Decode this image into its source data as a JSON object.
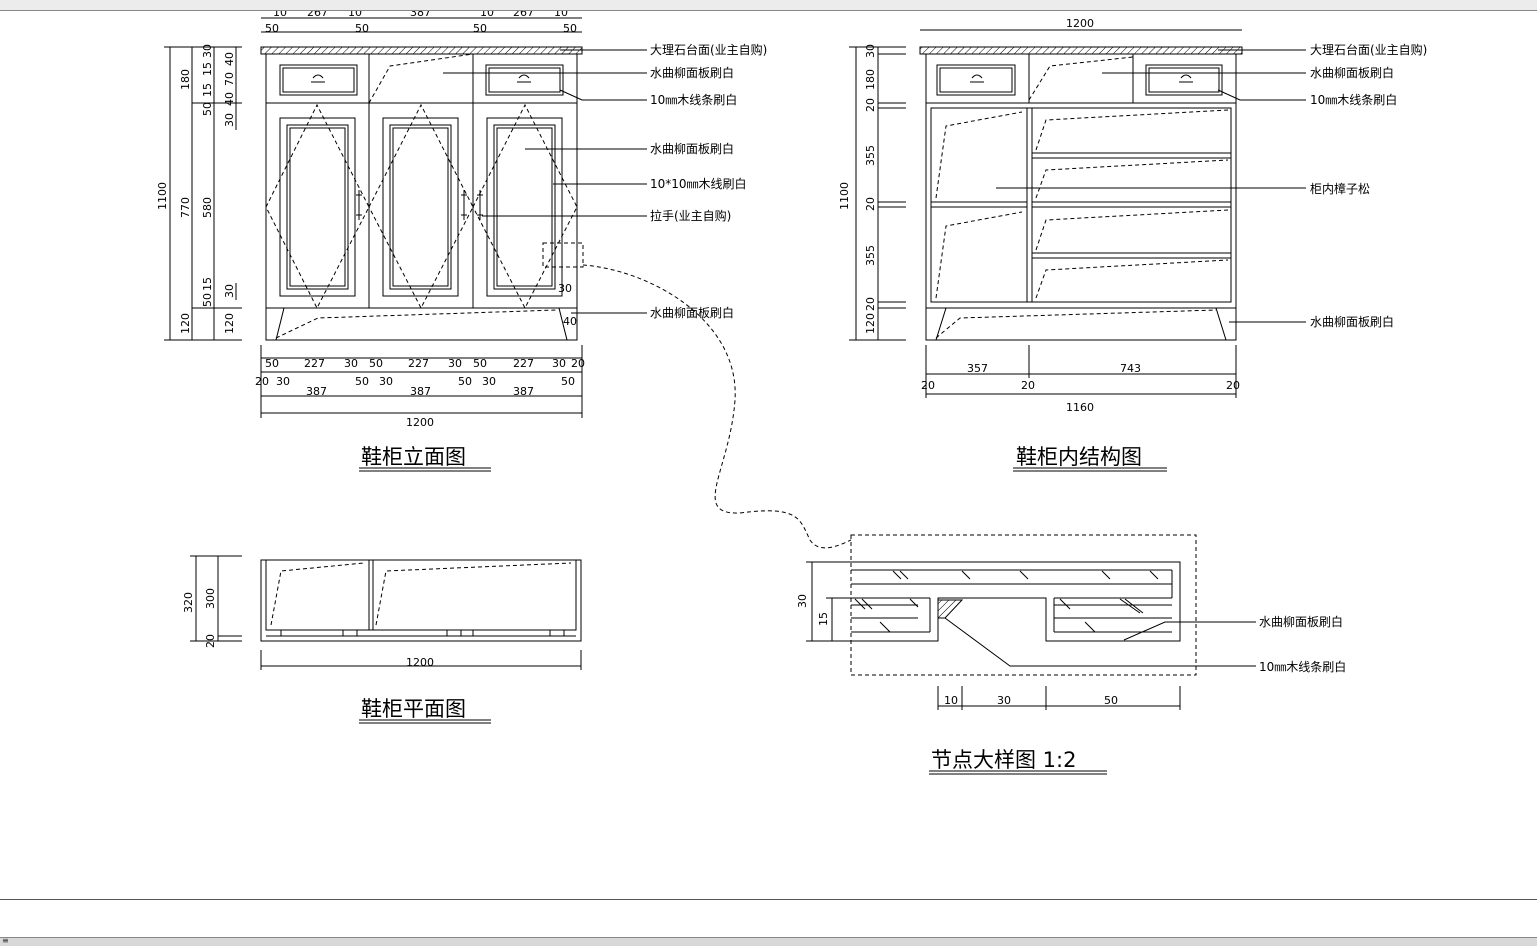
{
  "window": {
    "corner_glyph": "≡"
  },
  "elevation": {
    "title": "鞋柜立面图",
    "labels": [
      "大理石台面(业主自购)",
      "水曲柳面板刷白",
      "10㎜木线条刷白",
      "水曲柳面板刷白",
      "10*10㎜木线刷白",
      "拉手(业主自购)",
      "水曲柳面板刷白"
    ],
    "dims_top": [
      "10",
      "267",
      "10",
      "387",
      "10",
      "267",
      "10"
    ],
    "dims_top2": [
      "50",
      "50",
      "50",
      "50"
    ],
    "dims_left_total": "1100",
    "dims_left_a": [
      "180",
      "770",
      "120"
    ],
    "dims_left_b": [
      "30",
      "15",
      "15",
      "50",
      "580",
      "50",
      "15",
      "120"
    ],
    "dims_left_c": [
      "40",
      "70",
      "40",
      "30",
      "30"
    ],
    "dims_detail": [
      "30",
      "40"
    ],
    "dims_bot1": [
      "50",
      "227",
      "30",
      "50",
      "227",
      "30",
      "50",
      "227",
      "30",
      "20"
    ],
    "dims_bot2": [
      "20",
      "30",
      "50",
      "30",
      "50",
      "30",
      "50"
    ],
    "dims_bot3": [
      "387",
      "387",
      "387"
    ],
    "dims_bot_total": "1200"
  },
  "interior": {
    "title": "鞋柜内结构图",
    "labels": [
      "大理石台面(业主自购)",
      "水曲柳面板刷白",
      "10㎜木线条刷白",
      "柜内樟子松",
      "水曲柳面板刷白"
    ],
    "dims_top": "1200",
    "dims_left_total": "1100",
    "dims_left": [
      "30",
      "180",
      "20",
      "355",
      "20",
      "355",
      "20",
      "120"
    ],
    "dims_bot1": [
      "357",
      "743"
    ],
    "dims_bot2": [
      "20",
      "20",
      "20"
    ],
    "dims_bot_total": "1160"
  },
  "plan": {
    "title": "鞋柜平面图",
    "dims_left": [
      "320",
      "300",
      "20"
    ],
    "dims_bot": "1200"
  },
  "detail": {
    "title": "节点大样图 1:2",
    "labels": [
      "水曲柳面板刷白",
      "10㎜木线条刷白"
    ],
    "dims_left": [
      "30",
      "15"
    ],
    "dims_bot": [
      "10",
      "30",
      "50"
    ]
  }
}
